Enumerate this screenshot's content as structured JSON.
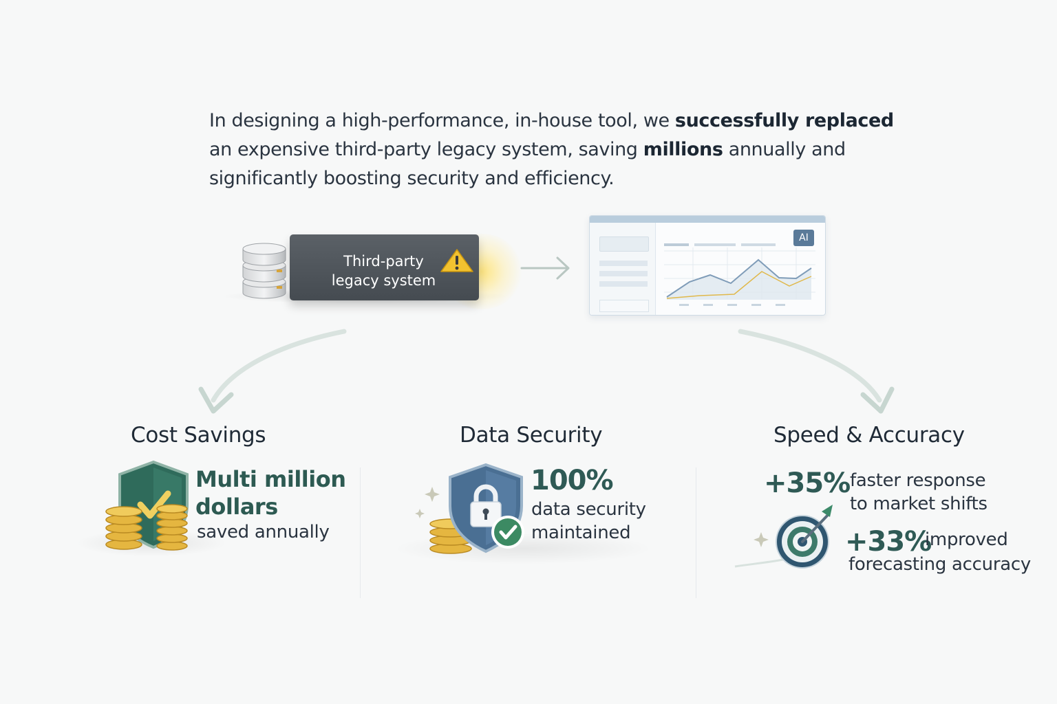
{
  "intro": {
    "part1": "In designing a high-performance, in-house tool, we ",
    "bold1": "successfully replaced",
    "part2": " an expensive third-party legacy system, saving ",
    "bold2": "millions",
    "part3": " annually and significantly boosting security and efficiency."
  },
  "legacy": {
    "label": "Third-party\nlegacy system",
    "icons": [
      "database-icon",
      "warning-icon"
    ]
  },
  "dashboard": {
    "badge": "AI",
    "icons": [
      "arrow-right-icon",
      "line-chart-icon"
    ]
  },
  "sections": {
    "cost": {
      "title": "Cost Savings",
      "highlight_line1": "Multi million",
      "highlight_line2": "dollars",
      "caption": "saved annually",
      "icons": [
        "shield-check-icon",
        "coins-icon"
      ]
    },
    "security": {
      "title": "Data Security",
      "percent": "100%",
      "caption_line1": "data security",
      "caption_line2": "maintained",
      "icons": [
        "shield-lock-icon",
        "check-badge-icon",
        "coins-icon"
      ]
    },
    "speed": {
      "title": "Speed & Accuracy",
      "stat1_value": "+35%",
      "stat1_line1": "faster response",
      "stat1_line2": "to market shifts",
      "stat2_value": "+33%",
      "stat2_line1": "improved",
      "stat2_line2": "forecasting accuracy",
      "icons": [
        "target-icon"
      ]
    }
  },
  "colors": {
    "accent_green": "#2d5a52",
    "shield_blue": "#4a6f93",
    "coin_gold": "#e5b640",
    "warning_yellow": "#f2c230"
  }
}
